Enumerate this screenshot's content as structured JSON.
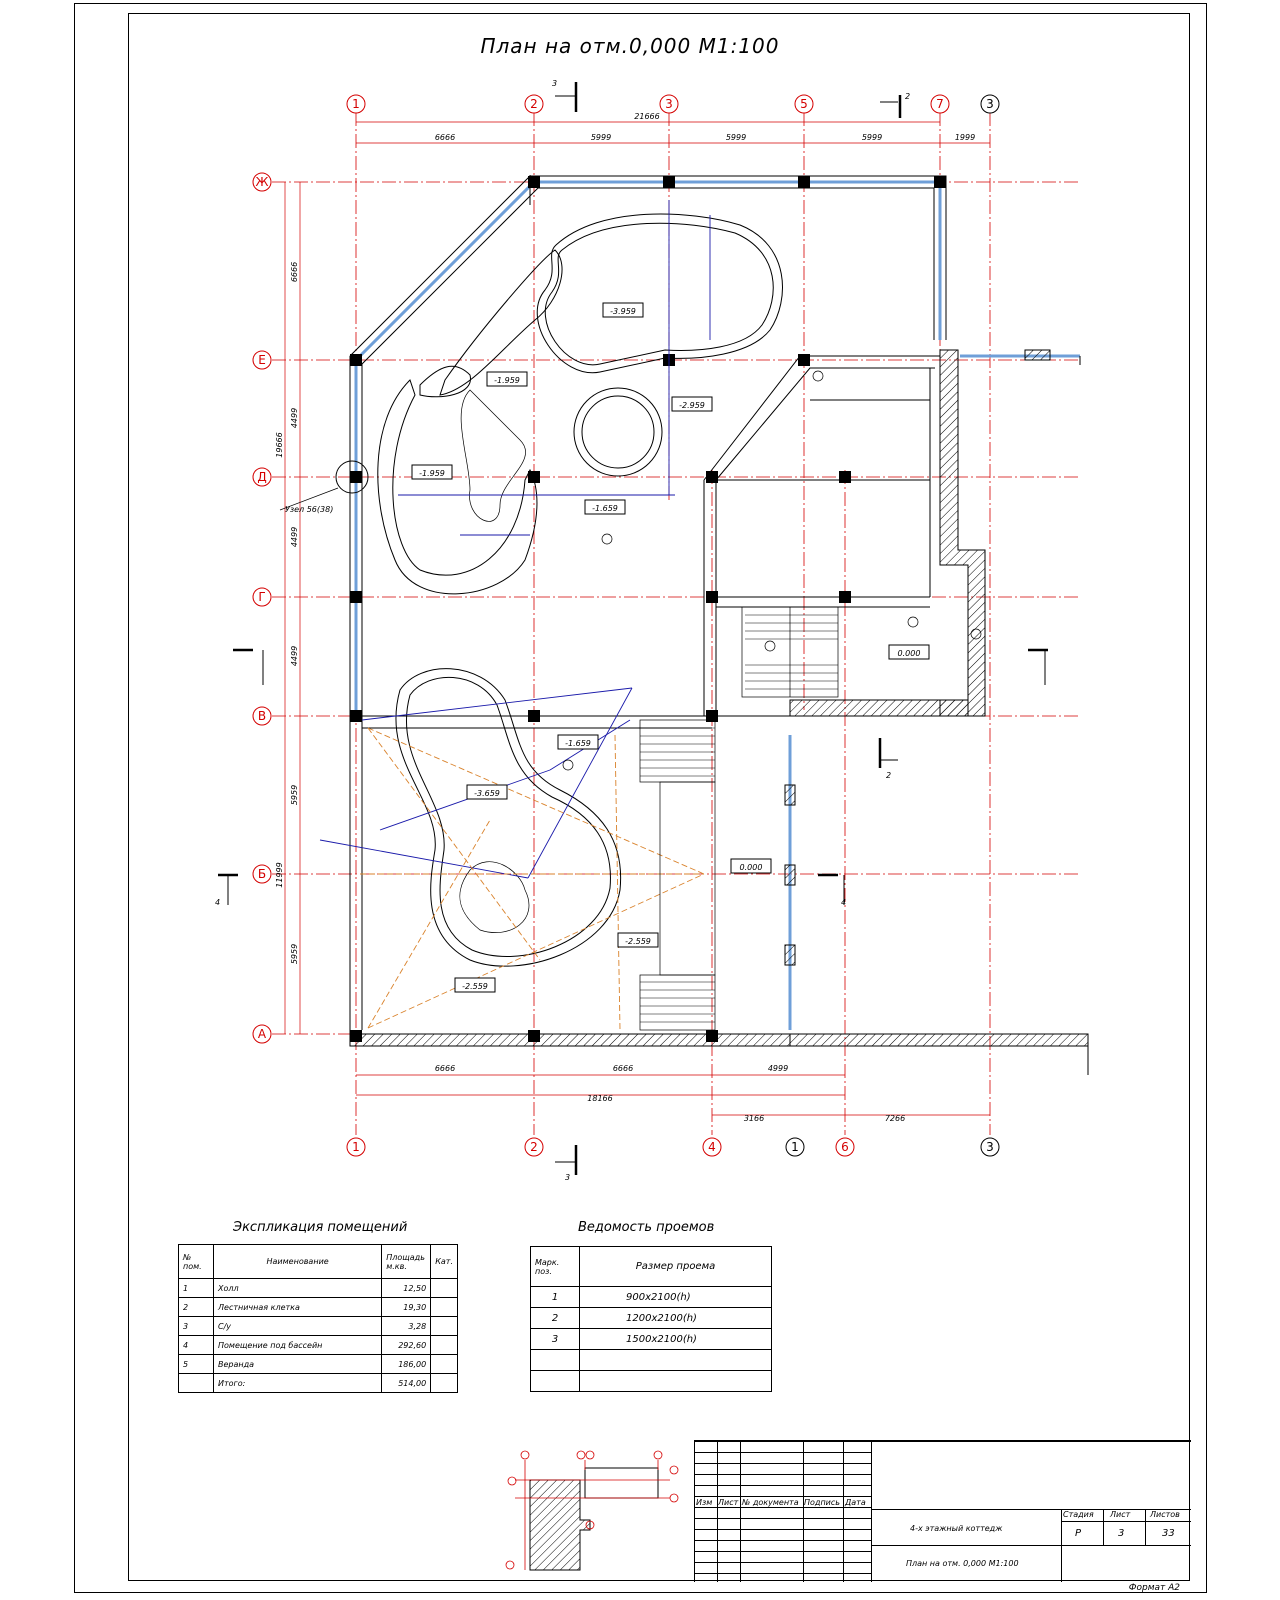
{
  "plan_title": "План на отм.0,000 М1:100",
  "axes": {
    "top": [
      "1",
      "2",
      "3",
      "5",
      "7",
      "3"
    ],
    "bottom": [
      "1",
      "2",
      "4",
      "1",
      "6",
      "3"
    ],
    "left": [
      "Ж",
      "Е",
      "Д",
      "Г",
      "В",
      "Б",
      "А"
    ]
  },
  "dims": {
    "top_total": "21666",
    "top": [
      "6666",
      "5999",
      "5999",
      "5999",
      "1999"
    ],
    "left_total": "19666",
    "left_upper": [
      "6666",
      "4499",
      "4499",
      "4499"
    ],
    "left_lower_total": "11999",
    "left_lower": [
      "5959",
      "5959"
    ],
    "bottom": [
      "6666",
      "6666",
      "4999"
    ],
    "bottom_total": "18166",
    "bottom2": [
      "3166",
      "7266"
    ]
  },
  "levels": [
    "-3.959",
    "-1.959",
    "-2.959",
    "-1.959",
    "-1.659",
    "-1.659",
    "-3.659",
    "-2.559",
    "-2.559",
    "0.000",
    "0.000"
  ],
  "section_marks": [
    "3",
    "3",
    "2",
    "2",
    "4",
    "4"
  ],
  "node_label": "Узел 56(38)",
  "room_table": {
    "title": "Экспликация помещений",
    "headers": [
      "№ пом.",
      "Наименование",
      "Площадь м.кв.",
      "Кат."
    ],
    "rows": [
      [
        "1",
        "Холл",
        "12,50",
        ""
      ],
      [
        "2",
        "Лестничная клетка",
        "19,30",
        ""
      ],
      [
        "3",
        "С/у",
        "3,28",
        ""
      ],
      [
        "4",
        "Помещение под бассейн",
        "292,60",
        ""
      ],
      [
        "5",
        "Веранда",
        "186,00",
        ""
      ],
      [
        "",
        "Итого:",
        "514,00",
        ""
      ]
    ]
  },
  "openings_table": {
    "title": "Ведомость проемов",
    "headers": [
      "Марк. поз.",
      "Размер проема"
    ],
    "rows": [
      [
        "1",
        "900x2100(h)"
      ],
      [
        "2",
        "1200x2100(h)"
      ],
      [
        "3",
        "1500x2100(h)"
      ],
      [
        "",
        ""
      ],
      [
        "",
        ""
      ]
    ]
  },
  "title_block": {
    "cols": [
      "Изм",
      "Лист",
      "№ документа",
      "Подпись",
      "Дата"
    ],
    "project": "4-х этажный коттедж",
    "sheet_name": "План на отм. 0,000 М1:100",
    "stage_hdr": "Стадия",
    "sheet_hdr": "Лист",
    "sheets_hdr": "Листов",
    "stage": "Р",
    "sheet": "3",
    "sheets": "33"
  },
  "format": "Формат А2",
  "colors": {
    "axis": "#d40000",
    "wall": "#000000",
    "glass": "#6f9fd8",
    "blue": "#1a1aaa",
    "orange": "#d9822b"
  }
}
